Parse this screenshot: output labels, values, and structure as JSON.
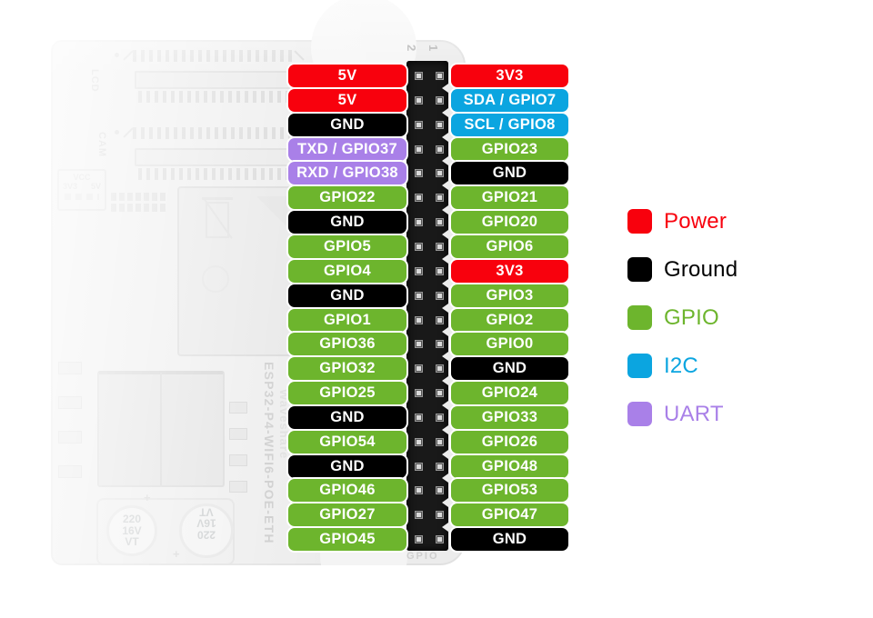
{
  "diagram": {
    "colors": {
      "power": "#F8010D",
      "ground": "#000000",
      "gpio": "#6DB52D",
      "i2c": "#0BA5E0",
      "uart": "#A980E8"
    },
    "left_pins": [
      {
        "label": "5V",
        "type": "power"
      },
      {
        "label": "5V",
        "type": "power"
      },
      {
        "label": "GND",
        "type": "ground"
      },
      {
        "label": "TXD / GPIO37",
        "type": "uart"
      },
      {
        "label": "RXD / GPIO38",
        "type": "uart"
      },
      {
        "label": "GPIO22",
        "type": "gpio"
      },
      {
        "label": "GND",
        "type": "ground"
      },
      {
        "label": "GPIO5",
        "type": "gpio"
      },
      {
        "label": "GPIO4",
        "type": "gpio"
      },
      {
        "label": "GND",
        "type": "ground"
      },
      {
        "label": "GPIO1",
        "type": "gpio"
      },
      {
        "label": "GPIO36",
        "type": "gpio"
      },
      {
        "label": "GPIO32",
        "type": "gpio"
      },
      {
        "label": "GPIO25",
        "type": "gpio"
      },
      {
        "label": "GND",
        "type": "ground"
      },
      {
        "label": "GPIO54",
        "type": "gpio"
      },
      {
        "label": "GND",
        "type": "ground"
      },
      {
        "label": "GPIO46",
        "type": "gpio"
      },
      {
        "label": "GPIO27",
        "type": "gpio"
      },
      {
        "label": "GPIO45",
        "type": "gpio"
      }
    ],
    "right_pins": [
      {
        "label": "3V3",
        "type": "power"
      },
      {
        "label": "SDA / GPIO7",
        "type": "i2c"
      },
      {
        "label": "SCL / GPIO8",
        "type": "i2c"
      },
      {
        "label": "GPIO23",
        "type": "gpio"
      },
      {
        "label": "GND",
        "type": "ground"
      },
      {
        "label": "GPIO21",
        "type": "gpio"
      },
      {
        "label": "GPIO20",
        "type": "gpio"
      },
      {
        "label": "GPIO6",
        "type": "gpio"
      },
      {
        "label": "3V3",
        "type": "power"
      },
      {
        "label": "GPIO3",
        "type": "gpio"
      },
      {
        "label": "GPIO2",
        "type": "gpio"
      },
      {
        "label": "GPIO0",
        "type": "gpio"
      },
      {
        "label": "GND",
        "type": "ground"
      },
      {
        "label": "GPIO24",
        "type": "gpio"
      },
      {
        "label": "GPIO33",
        "type": "gpio"
      },
      {
        "label": "GPIO26",
        "type": "gpio"
      },
      {
        "label": "GPIO48",
        "type": "gpio"
      },
      {
        "label": "GPIO53",
        "type": "gpio"
      },
      {
        "label": "GPIO47",
        "type": "gpio"
      },
      {
        "label": "GND",
        "type": "ground"
      }
    ],
    "legend": [
      {
        "label": "Power",
        "type": "power"
      },
      {
        "label": "Ground",
        "type": "ground"
      },
      {
        "label": "GPIO",
        "type": "gpio"
      },
      {
        "label": "I2C",
        "type": "i2c"
      },
      {
        "label": "UART",
        "type": "uart"
      }
    ],
    "header_top_labels": {
      "pin2": "2",
      "pin1": "1"
    },
    "header_bottom_label": "GPIO"
  },
  "board": {
    "silkscreen": {
      "lcd_label": "LCD",
      "cam_label": "CAM",
      "vcc_title": "VCC",
      "vcc_left": "3V3",
      "vcc_right": "5V",
      "model_vertical": "ESP32-P4-WIFI6-POE-ETH",
      "brand_vertical": "Waveshare",
      "capacitor_text": "220\n16V\nVT",
      "plus_mark": "+"
    }
  }
}
